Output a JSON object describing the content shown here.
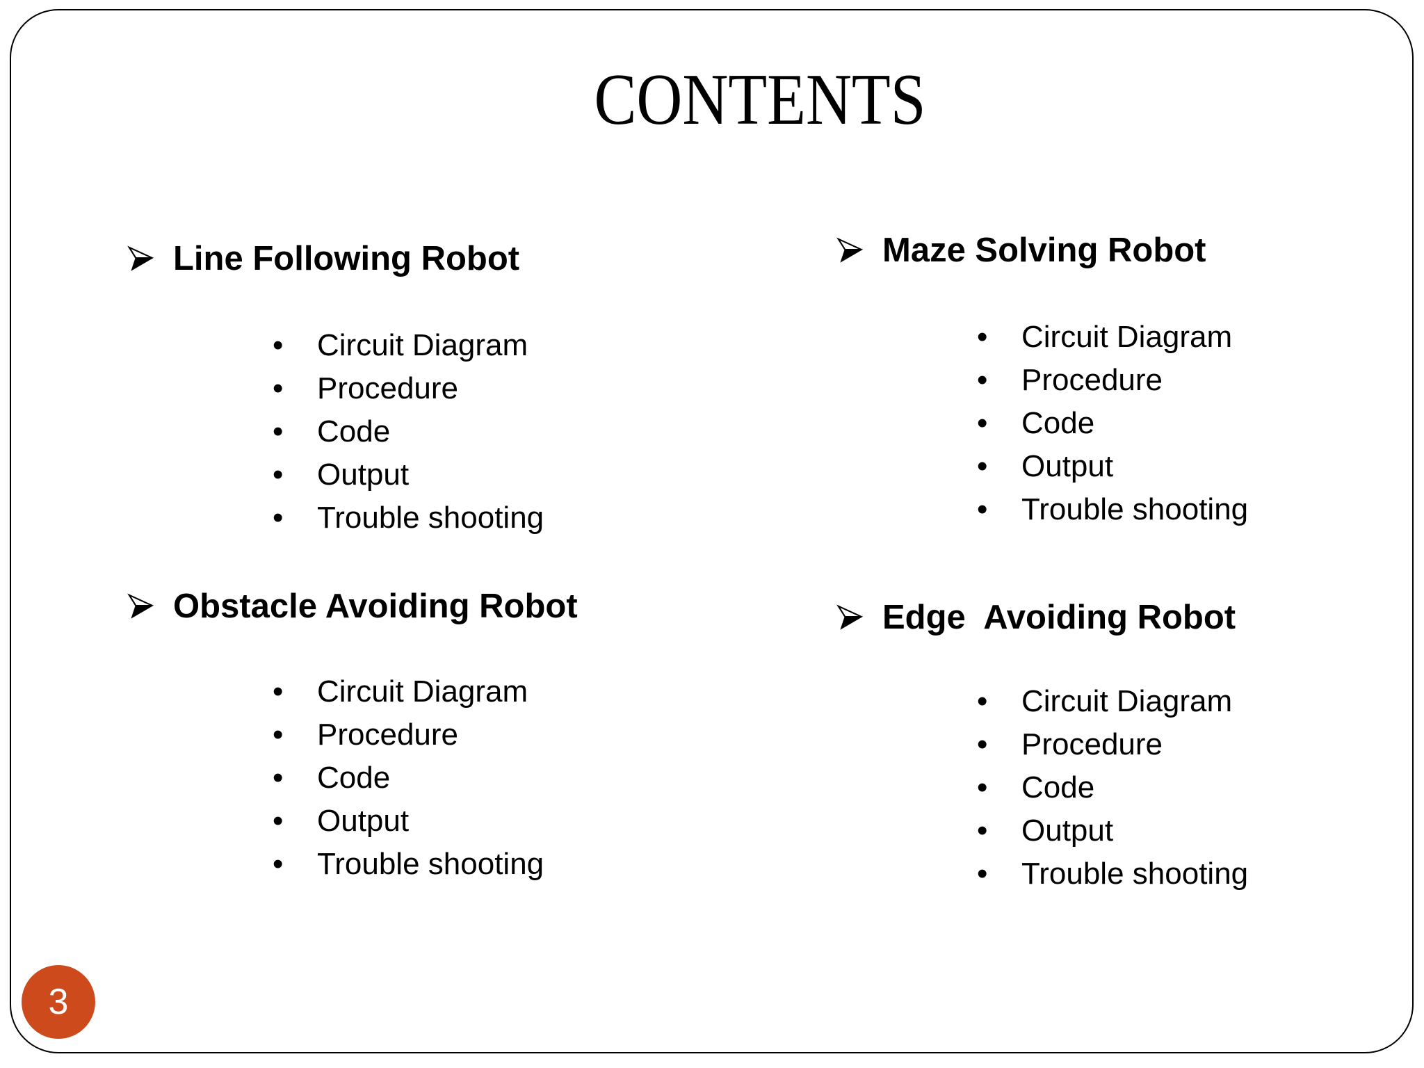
{
  "slide": {
    "title": "CONTENTS",
    "bullet_dot": "•",
    "page_badge": {
      "number": "3",
      "color": "#cd4a1d"
    },
    "sections": [
      {
        "title": "Line Following Robot",
        "items": [
          "Circuit Diagram",
          "Procedure",
          "Code",
          "Output",
          "Trouble shooting"
        ]
      },
      {
        "title": "Obstacle Avoiding Robot",
        "items": [
          "Circuit Diagram",
          "Procedure",
          "Code",
          "Output",
          "Trouble shooting"
        ]
      },
      {
        "title": "Maze Solving Robot",
        "items": [
          "Circuit Diagram",
          "Procedure",
          "Code",
          "Output",
          "Trouble shooting"
        ]
      },
      {
        "title": "Edge  Avoiding Robot",
        "items": [
          "Circuit Diagram",
          "Procedure",
          "Code",
          "Output",
          "Trouble shooting"
        ]
      }
    ]
  }
}
